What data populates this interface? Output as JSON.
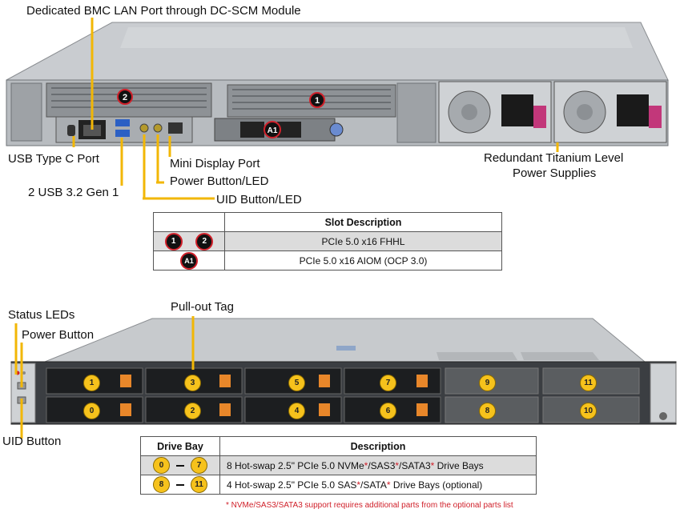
{
  "rear_callouts": {
    "bmc": "Dedicated BMC LAN Port through  DC-SCM Module",
    "usb_c": "USB Type  C Port",
    "usb32": "2 USB 3.2 Gen 1",
    "mini_dp": "Mini Display Port",
    "power_led": "Power Button/LED",
    "uid_led": "UID Button/LED",
    "psu_line1": "Redundant  Titanium  Level",
    "psu_line2": "Power Supplies"
  },
  "rear_badges": [
    "1",
    "2",
    "A1"
  ],
  "slot_table": {
    "header": "Slot Description",
    "rows": [
      {
        "badges": [
          "1",
          "2"
        ],
        "desc": "PCIe 5.0 x16 FHHL"
      },
      {
        "badges": [
          "A1"
        ],
        "desc": "PCIe 5.0 x16 AIOM (OCP 3.0)"
      }
    ]
  },
  "front_callouts": {
    "status_leds": "Status LEDs",
    "power_button": "Power Button",
    "pullout_tag": "Pull-out Tag",
    "uid_button": "UID Button"
  },
  "drive_bays": [
    "0",
    "1",
    "2",
    "3",
    "4",
    "5",
    "6",
    "7",
    "8",
    "9",
    "10",
    "11"
  ],
  "drive_table": {
    "header_bay": "Drive Bay",
    "header_desc": "Description",
    "rows": [
      {
        "from": "0",
        "to": "7",
        "p1": "8 Hot-swap  2.5\"  PCIe  5.0  NVMe",
        "s1": "*",
        "p2": "/SAS3",
        "s2": "*",
        "p3": "/SATA3",
        "s3": "*",
        "p4": "  Drive  Bays"
      },
      {
        "from": "8",
        "to": "11",
        "p1": "4 Hot-swap  2.5\"  PCIe  5.0  SAS",
        "s1": "*",
        "p2": "/SATA",
        "s2": "*",
        "p3": "  Drive  Bays (optional)"
      }
    ]
  },
  "footnote": "* NVMe/SAS3/SATA3 support requires additional parts from the optional parts list",
  "colors": {
    "callout_line": "#f2b705",
    "badge_ring": "#d0202a",
    "bay_badge": "#f6c21c"
  }
}
